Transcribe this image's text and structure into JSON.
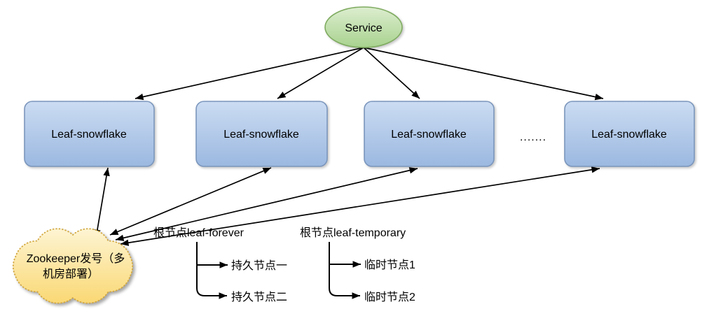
{
  "service": {
    "label": "Service"
  },
  "nodes": [
    {
      "label": "Leaf-snowflake"
    },
    {
      "label": "Leaf-snowflake"
    },
    {
      "label": "Leaf-snowflake"
    },
    {
      "label": "Leaf-snowflake"
    }
  ],
  "ellipsis": ".......",
  "cloud": {
    "line1": "Zookeeper发号（多",
    "line2": "机房部署）"
  },
  "trees": {
    "forever": {
      "root": "根节点leaf-forever",
      "child1": "持久节点一",
      "child2": "持久节点二"
    },
    "temporary": {
      "root": "根节点leaf-temporary",
      "child1": "临时节点1",
      "child2": "临时节点2"
    }
  },
  "colors": {
    "node_fill_top": "#cbdcf2",
    "node_fill_bottom": "#9bb8e0",
    "node_border": "#7b96bc",
    "service_fill_top": "#dcedcf",
    "service_fill_bottom": "#a8d28e",
    "service_border": "#7fab60",
    "cloud_fill_top": "#fdf4d2",
    "cloud_fill_bottom": "#fad874",
    "cloud_border": "#d2a73e",
    "arrow": "#000000"
  }
}
